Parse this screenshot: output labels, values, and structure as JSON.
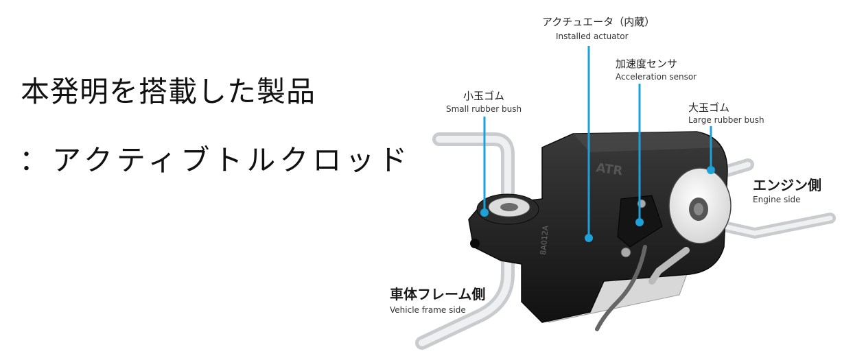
{
  "heading": {
    "line1": "本発明を搭載した製品",
    "line2": "：アクティブトルクロッド"
  },
  "labels": {
    "actuator": {
      "jp": "アクチュエータ（内蔵）",
      "en": "Installed actuator"
    },
    "sensor": {
      "jp": "加速度センサ",
      "en": "Acceleration sensor"
    },
    "small_bush": {
      "jp": "小玉ゴム",
      "en": "Small rubber bush"
    },
    "large_bush": {
      "jp": "大玉ゴム",
      "en": "Large rubber bush"
    },
    "engine_side": {
      "jp": "エンジン側",
      "en": "Engine side"
    },
    "frame_side": {
      "jp": "車体フレーム側",
      "en": "Vehicle frame side"
    }
  },
  "product_marks": {
    "brand": "ATR",
    "code": "8A012A"
  },
  "colors": {
    "leader": "#1ea0d8",
    "body": "#1c1c1c",
    "rubber": "#e9e9e9",
    "frame": "#c9cbce"
  }
}
